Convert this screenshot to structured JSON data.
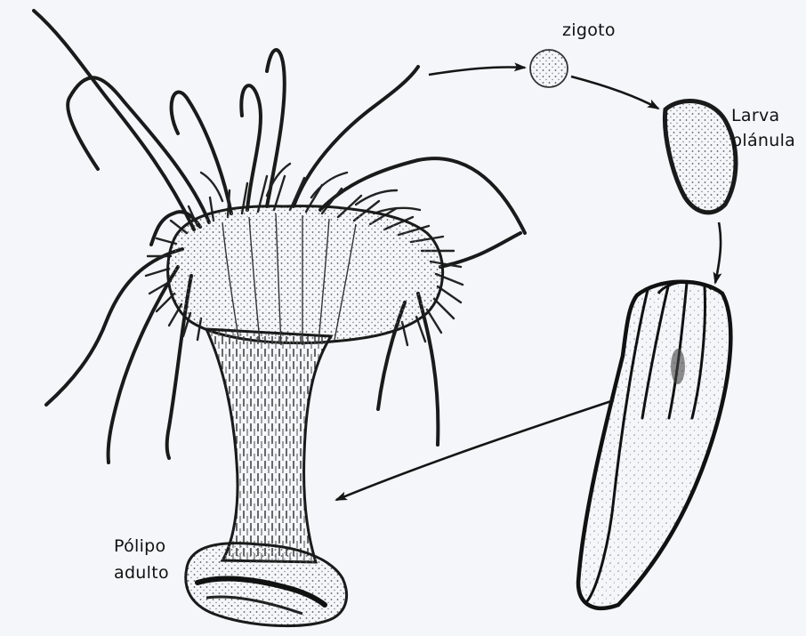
{
  "diagram": {
    "labels": {
      "zygote": "zigoto",
      "larva_line1": "Larva",
      "larva_line2": "plánula",
      "polyp_line1": "Pólipo",
      "polyp_line2": "adulto"
    },
    "colors": {
      "background": "#f4f6f9",
      "ink": "#151515",
      "stipple": "#4a4a4a"
    }
  }
}
